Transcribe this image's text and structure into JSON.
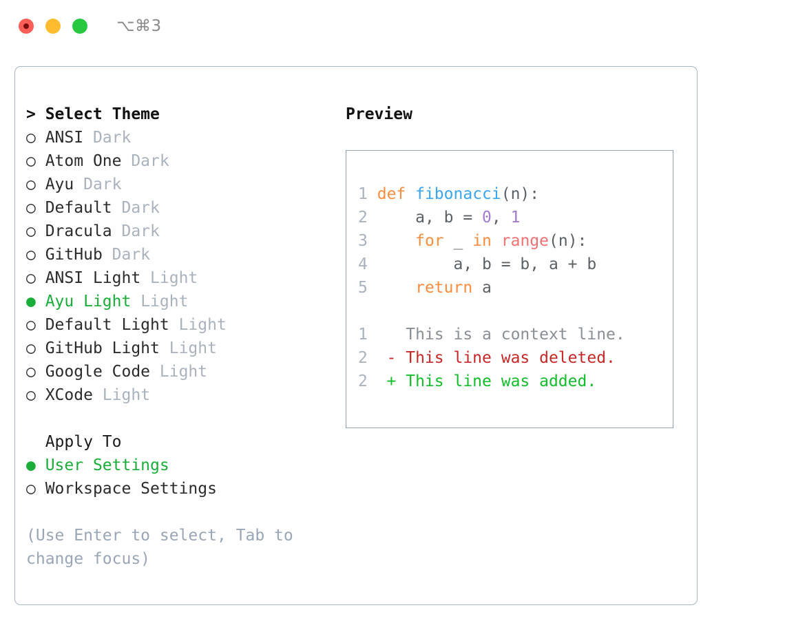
{
  "titlebar": {
    "traffic_lights": [
      {
        "name": "close",
        "color": "#ff5f57"
      },
      {
        "name": "minimize",
        "color": "#febc2e"
      },
      {
        "name": "maximize",
        "color": "#28c840"
      }
    ],
    "shortcut": "⌥⌘3"
  },
  "left": {
    "header": "> Select Theme",
    "themes": [
      {
        "marker": "○",
        "name": "ANSI",
        "tag": "Dark",
        "selected": false
      },
      {
        "marker": "○",
        "name": "Atom One",
        "tag": "Dark",
        "selected": false
      },
      {
        "marker": "○",
        "name": "Ayu",
        "tag": "Dark",
        "selected": false
      },
      {
        "marker": "○",
        "name": "Default",
        "tag": "Dark",
        "selected": false
      },
      {
        "marker": "○",
        "name": "Dracula",
        "tag": "Dark",
        "selected": false
      },
      {
        "marker": "○",
        "name": "GitHub",
        "tag": "Dark",
        "selected": false
      },
      {
        "marker": "○",
        "name": "ANSI Light",
        "tag": "Light",
        "selected": false
      },
      {
        "marker": "●",
        "name": "Ayu Light",
        "tag": "Light",
        "selected": true
      },
      {
        "marker": "○",
        "name": "Default Light",
        "tag": "Light",
        "selected": false
      },
      {
        "marker": "○",
        "name": "GitHub Light",
        "tag": "Light",
        "selected": false
      },
      {
        "marker": "○",
        "name": "Google Code",
        "tag": "Light",
        "selected": false
      },
      {
        "marker": "○",
        "name": "XCode",
        "tag": "Light",
        "selected": false
      }
    ],
    "apply_header": "  Apply To",
    "apply_options": [
      {
        "marker": "●",
        "name": "User Settings",
        "selected": true
      },
      {
        "marker": "○",
        "name": "Workspace Settings",
        "selected": false
      }
    ],
    "hint": "(Use Enter to select, Tab to change focus)"
  },
  "right": {
    "header": "Preview",
    "code_lines": [
      {
        "num": "1",
        "tokens": [
          {
            "t": "def ",
            "c": "kw"
          },
          {
            "t": "fibonacci",
            "c": "fn"
          },
          {
            "t": "(n):",
            "c": "pl"
          }
        ]
      },
      {
        "num": "2",
        "tokens": [
          {
            "t": "    a, b = ",
            "c": "pl"
          },
          {
            "t": "0",
            "c": "num"
          },
          {
            "t": ", ",
            "c": "pl"
          },
          {
            "t": "1",
            "c": "num"
          }
        ]
      },
      {
        "num": "3",
        "tokens": [
          {
            "t": "    ",
            "c": "pl"
          },
          {
            "t": "for",
            "c": "kw"
          },
          {
            "t": " _ ",
            "c": "pl"
          },
          {
            "t": "in",
            "c": "kw"
          },
          {
            "t": " ",
            "c": "pl"
          },
          {
            "t": "range",
            "c": "bi"
          },
          {
            "t": "(n):",
            "c": "pl"
          }
        ]
      },
      {
        "num": "4",
        "tokens": [
          {
            "t": "        a, b = b, a + b",
            "c": "pl"
          }
        ]
      },
      {
        "num": "5",
        "tokens": [
          {
            "t": "    ",
            "c": "pl"
          },
          {
            "t": "return",
            "c": "kw"
          },
          {
            "t": " a",
            "c": "pl"
          }
        ]
      }
    ],
    "diff_lines": [
      {
        "num": "1",
        "prefix": "  ",
        "text": "This is a context line.",
        "kind": "ctx"
      },
      {
        "num": "2",
        "prefix": "- ",
        "text": "This line was deleted.",
        "kind": "del"
      },
      {
        "num": "2",
        "prefix": "+ ",
        "text": "This line was added.",
        "kind": "add"
      }
    ]
  }
}
